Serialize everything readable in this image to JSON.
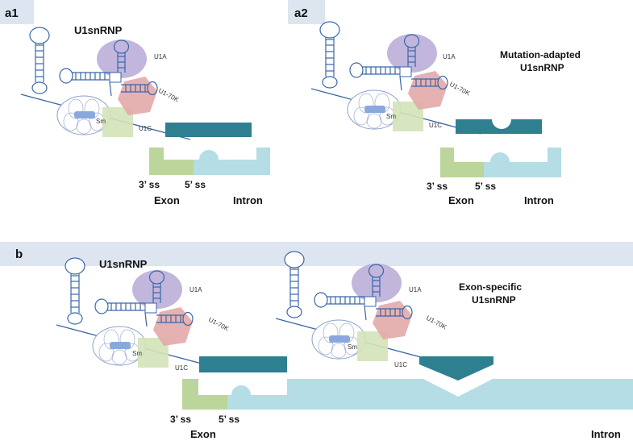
{
  "panels": {
    "a1": {
      "tab": "a1",
      "title": "U1snRNP",
      "labels": {
        "u1a": "U1A",
        "u170k": "U1-70K",
        "sm": "Sm",
        "u1c": "U1C"
      },
      "ss3": "3’ ss",
      "ss5": "5’ ss",
      "exon": "Exon",
      "intron": "Intron"
    },
    "a2": {
      "tab": "a2",
      "title_line1": "Mutation-adapted",
      "title_line2": "U1snRNP",
      "labels": {
        "u1a": "U1A",
        "u170k": "U1-70K",
        "sm": "Sm",
        "u1c": "U1C"
      },
      "ss3": "3’ ss",
      "ss5": "5’ ss",
      "exon": "Exon",
      "intron": "Intron"
    },
    "b": {
      "tab": "b",
      "title": "U1snRNP",
      "title2_line1": "Exon-specific",
      "title2_line2": "U1snRNP",
      "labels1": {
        "u1a": "U1A",
        "u170k": "U1-70K",
        "sm": "Sm",
        "u1c": "U1C"
      },
      "labels2": {
        "u1a": "U1A",
        "u170k": "U1-70K",
        "sm": "Sm",
        "u1c": "U1C"
      },
      "ss3": "3’ ss",
      "ss5": "5’ ss",
      "exon": "Exon",
      "intron": "Intron"
    }
  },
  "colors": {
    "tab_bg": "#dde5f0",
    "rna_line": "#3a66a8",
    "u1a": "#b7a9d6",
    "u170k": "#e3a9a9",
    "u1c": "#d3e3b8",
    "sm_ring": "#8aa0c8",
    "sm_core": "#8ba8dd",
    "target_bar": "#2e7f90",
    "exon": "#bcd59a",
    "intron": "#b4dde6"
  }
}
